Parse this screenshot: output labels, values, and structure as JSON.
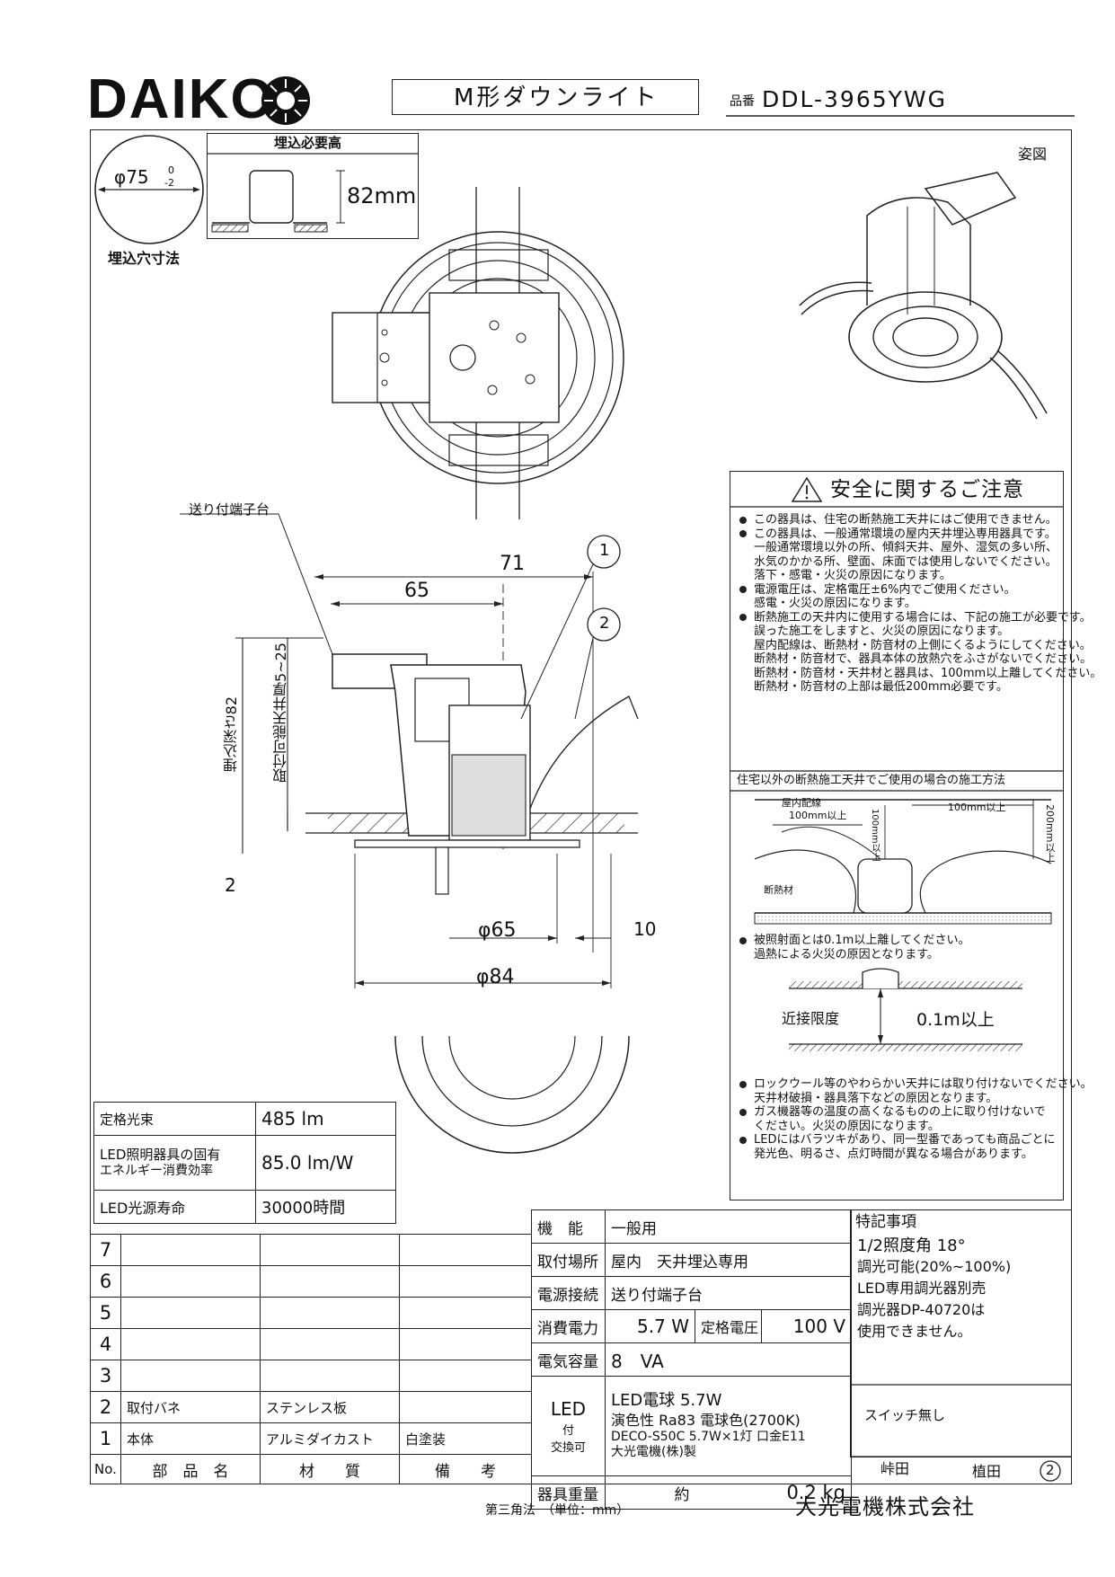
{
  "header": {
    "brand": "DAIKO",
    "product_title": "M形ダウンライト",
    "part_label": "品番",
    "part_number": "DDL-3965YWG"
  },
  "cutout": {
    "diameter_label": "φ75",
    "tolerance_top": "0",
    "tolerance_bottom": "-2",
    "caption": "埋込穴寸法"
  },
  "embed_height": {
    "title": "埋込必要高",
    "value": "82mm"
  },
  "iso_view_label": "姿図",
  "drawing": {
    "terminal_label": "送り付端子台",
    "dim_71": "71",
    "dim_65": "65",
    "dim_depth": "埋込深さ82",
    "dim_ceiling": "取付可能天井厚5~25",
    "dim_2": "2",
    "dim_phi65": "φ65",
    "dim_10": "10",
    "dim_phi84": "φ84",
    "callout_1": "1",
    "callout_2": "2"
  },
  "safety": {
    "title": "安全に関するご注意",
    "block1": [
      {
        "bullet": true,
        "text": "この器具は、住宅の断熱施工天井にはご使用できません。"
      },
      {
        "bullet": true,
        "text": "この器具は、一般通常環境の屋内天井埋込専用器具です。"
      },
      {
        "bullet": false,
        "text": "一般通常環境以外の所、傾斜天井、屋外、湿気の多い所、"
      },
      {
        "bullet": false,
        "text": "水気のかかる所、壁面、床面では使用しないでください。"
      },
      {
        "bullet": false,
        "text": "落下・感電・火災の原因になります。"
      },
      {
        "bullet": true,
        "text": "電源電圧は、定格電圧±6%内でご使用ください。"
      },
      {
        "bullet": false,
        "text": "感電・火災の原因になります。"
      },
      {
        "bullet": true,
        "text": "断熱施工の天井内に使用する場合には、下記の施工が必要です。"
      },
      {
        "bullet": false,
        "text": "誤った施工をしますと、火災の原因になります。"
      },
      {
        "bullet": false,
        "text": "屋内配線は、断熱材・防音材の上側にくるようにしてください。"
      },
      {
        "bullet": false,
        "text": "断熱材・防音材で、器具本体の放熱穴をふさがないでください。"
      },
      {
        "bullet": false,
        "text": "断熱材・防音材・天井材と器具は、100mm以上離してください。"
      },
      {
        "bullet": false,
        "text": "断熱材・防音材の上部は最低200mm必要です。"
      }
    ],
    "install_method_title": "住宅以外の断熱施工天井でご使用の場合の施工方法",
    "fig": {
      "wiring": "屋内配線",
      "d100a": "100mm以上",
      "d100b": "100mm以上",
      "d100c": "100mm以上",
      "d200": "200mm以上",
      "insulation": "断熱材"
    },
    "block2": [
      {
        "bullet": true,
        "text": "被照射面とは0.1m以上離してください。"
      },
      {
        "bullet": false,
        "text": "過熱による火災の原因となります。"
      }
    ],
    "proximity_label": "近接限度",
    "proximity_value": "0.1m以上",
    "block3": [
      {
        "bullet": true,
        "text": "ロックウール等のやわらかい天井には取り付けないでください。"
      },
      {
        "bullet": false,
        "text": "天井材破損・器具落下などの原因となります。"
      },
      {
        "bullet": true,
        "text": "ガス機器等の温度の高くなるものの上に取り付けないで"
      },
      {
        "bullet": false,
        "text": "ください。火災の原因になります。"
      },
      {
        "bullet": true,
        "text": "LEDにはバラツキがあり、同一型番であっても商品ごとに"
      },
      {
        "bullet": false,
        "text": "発光色、明るさ、点灯時間が異なる場合があります。"
      }
    ]
  },
  "specs": {
    "lumen_label": "定格光束",
    "lumen_value": "485 lm",
    "efficiency_label_1": "LED照明器具の固有",
    "efficiency_label_2": "エネルギー消費効率",
    "efficiency_value": "85.0 lm/W",
    "life_label": "LED光源寿命",
    "life_value": "30000時間"
  },
  "parts_table": {
    "rows": [
      {
        "no": "7",
        "name": "",
        "material": "",
        "note": ""
      },
      {
        "no": "6",
        "name": "",
        "material": "",
        "note": ""
      },
      {
        "no": "5",
        "name": "",
        "material": "",
        "note": ""
      },
      {
        "no": "4",
        "name": "",
        "material": "",
        "note": ""
      },
      {
        "no": "3",
        "name": "",
        "material": "",
        "note": ""
      },
      {
        "no": "2",
        "name": "取付バネ",
        "material": "ステンレス板",
        "note": ""
      },
      {
        "no": "1",
        "name": "本体",
        "material": "アルミダイカスト",
        "note": "白塗装"
      }
    ],
    "header": {
      "no": "No.",
      "name": "部　品　名",
      "material": "材　　質",
      "note": "備　　考"
    }
  },
  "fixture_specs": {
    "function_label": "機　能",
    "function_value": "一般用",
    "place_label": "取付場所",
    "place_value": "屋内　天井埋込専用",
    "power_conn_label": "電源接続",
    "power_conn_value": "送り付端子台",
    "consumption_label": "消費電力",
    "consumption_value": "5.7 W",
    "rated_voltage_label": "定格電圧",
    "rated_voltage_value": "100 V",
    "capacity_label": "電気容量",
    "capacity_value": "8　VA",
    "led_label_1": "LED",
    "led_label_2": "付",
    "led_label_3": "交換可",
    "led_line_1": "LED電球 5.7W",
    "led_line_2": "演色性 Ra83 電球色(2700K)",
    "led_line_3": "DECO-S50C 5.7W×1灯 口金E11",
    "led_line_4": "大光電機(株)製",
    "weight_label": "器具重量",
    "weight_approx": "約",
    "weight_value": "0.2 kg"
  },
  "notes": {
    "title": "特記事項",
    "lines": [
      "1/2照度角 18°",
      "調光可能(20%~100%)",
      "LED専用調光器別売",
      "調光器DP-40720は",
      "使用できません。"
    ],
    "switch": "スイッチ無し"
  },
  "signature": {
    "drawer": "峠田",
    "checker": "植田",
    "revision": "2"
  },
  "footer": {
    "projection": "第三角法　（単位：mm）",
    "company": "大光電機株式会社"
  }
}
